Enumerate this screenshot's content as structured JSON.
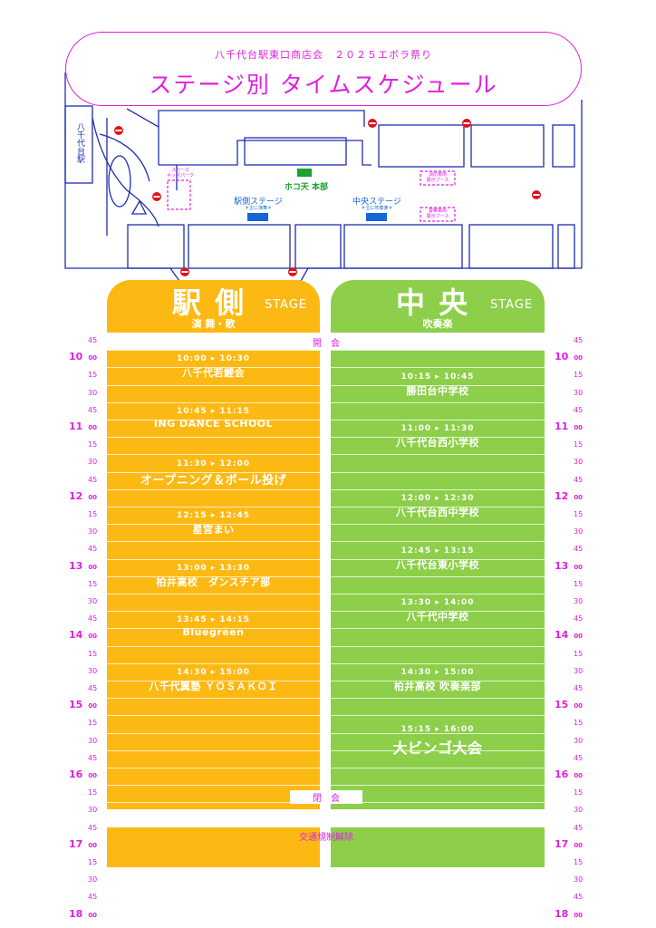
{
  "header": {
    "subtitle": "八千代台駅東口商店会　２０２５エボラ祭り",
    "title": "ステージ別 タイムスケジュール"
  },
  "map": {
    "station_label": "八千代台駅",
    "space_label": "スペース\nキッズパーク",
    "hq_label": "ホコ天 本部",
    "fire_label": "消防車両\n展示ブース",
    "police_label": "警察車両\n展示ブース",
    "eki_stage_label": "駅側ステージ",
    "eki_stage_sub": "＊主に演舞＊",
    "chuo_stage_label": "中央ステージ",
    "chuo_stage_sub": "＊主に吹奏楽＊"
  },
  "colors": {
    "magenta": "#e020e0",
    "orange": "#fdb913",
    "green": "#8dcf4a",
    "map_line": "#1f2db0",
    "stage_blue": "#1466d8",
    "hq_green": "#1aa12e"
  },
  "stages": {
    "eki": {
      "name": "駅 側",
      "stage_word": "STAGE",
      "sub": "演 舞・歌"
    },
    "chuo": {
      "name": "中 央",
      "stage_word": "STAGE",
      "sub": "吹奏楽"
    }
  },
  "kaikai": "開　会",
  "heikai": "閉　会",
  "kotsu": "交通規制解除",
  "timeline": {
    "start_min": 585,
    "end_min": 1080,
    "hour_labels": [
      "10",
      "11",
      "12",
      "13",
      "14",
      "15",
      "16",
      "17",
      "18"
    ],
    "minute_labels": {
      "00": "00",
      "15": "15",
      "30": "30",
      "45": "45"
    }
  },
  "eki_events": [
    {
      "time": "10:00 ▸ 10:30",
      "name": "八千代若鯉会",
      "start": 600,
      "end": 630,
      "size": 11
    },
    {
      "time": "10:45 ▸ 11:15",
      "name": "ING DANCE SCHOOL",
      "start": 645,
      "end": 675,
      "size": 11
    },
    {
      "time": "11:30 ▸ 12:00",
      "name": "オープニング＆ボール投げ",
      "start": 690,
      "end": 720,
      "size": 13
    },
    {
      "time": "12:15 ▸ 12:45",
      "name": "星宮まい",
      "start": 735,
      "end": 765,
      "size": 11
    },
    {
      "time": "13:00 ▸ 13:30",
      "name": "柏井高校　ダンスチア部",
      "start": 780,
      "end": 810,
      "size": 11
    },
    {
      "time": "13:45 ▸ 14:15",
      "name": "Bluegreen",
      "start": 825,
      "end": 855,
      "size": 11
    },
    {
      "time": "14:30 ▸ 15:00",
      "name": "八千代翼塾 ＹＯＳＡＫＯＩ",
      "start": 870,
      "end": 900,
      "size": 11
    }
  ],
  "chuo_events": [
    {
      "time": "10:15 ▸ 10:45",
      "name": "勝田台中学校",
      "start": 615,
      "end": 645,
      "size": 11
    },
    {
      "time": "11:00 ▸ 11:30",
      "name": "八千代台西小学校",
      "start": 660,
      "end": 690,
      "size": 11
    },
    {
      "time": "12:00 ▸ 12:30",
      "name": "八千代台西中学校",
      "start": 720,
      "end": 750,
      "size": 11
    },
    {
      "time": "12:45 ▸ 13:15",
      "name": "八千代台東小学校",
      "start": 765,
      "end": 795,
      "size": 11
    },
    {
      "time": "13:30 ▸ 14:00",
      "name": "八千代中学校",
      "start": 810,
      "end": 840,
      "size": 11
    },
    {
      "time": "14:30 ▸ 15:00",
      "name": "柏井高校 吹奏楽部",
      "start": 870,
      "end": 900,
      "size": 11
    },
    {
      "time": "15:15 ▸ 16:00",
      "name": "大ビンゴ大会",
      "start": 915,
      "end": 960,
      "size": 16
    }
  ]
}
